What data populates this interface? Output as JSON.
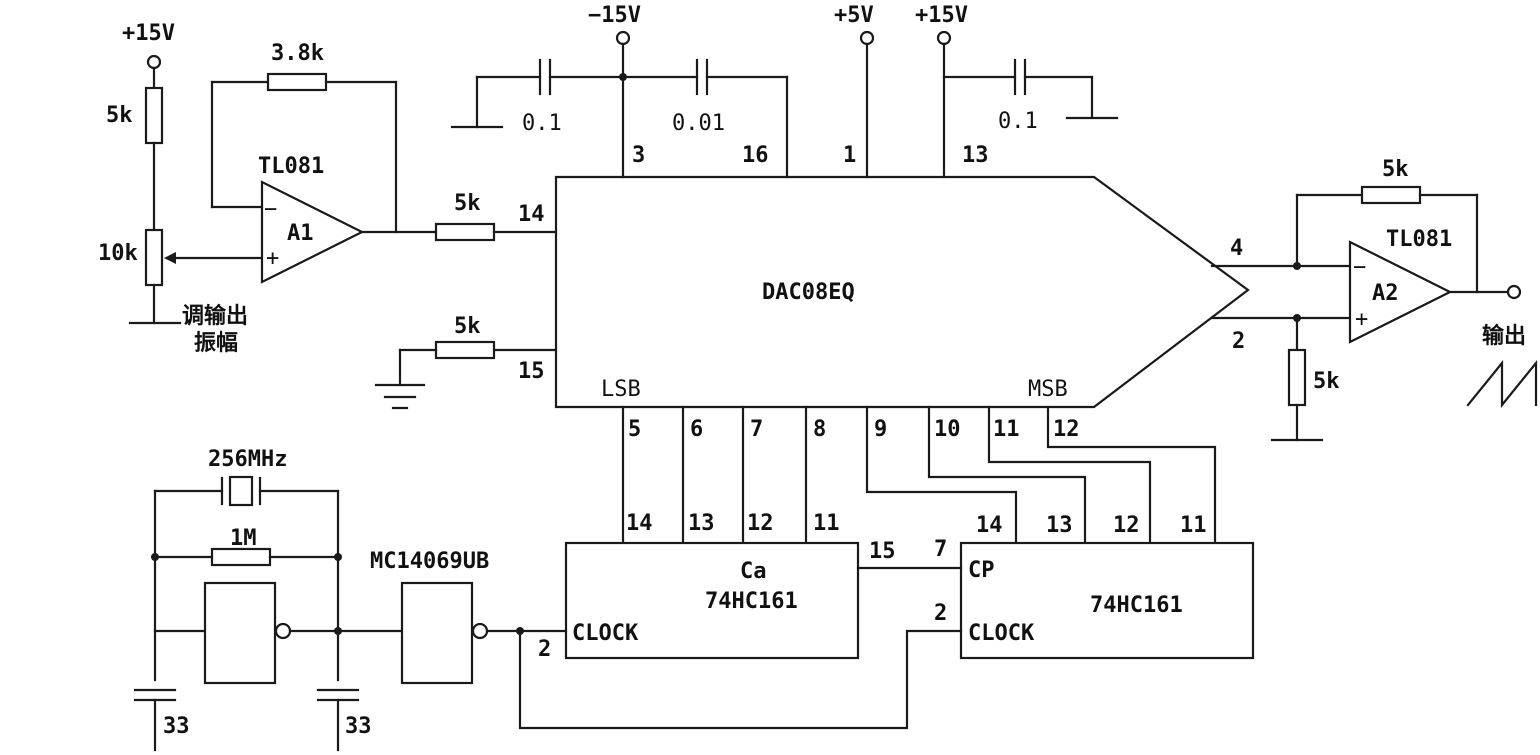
{
  "supplies": {
    "neg15": "−15V",
    "pos5": "+5V",
    "pos15_dac": "+15V",
    "pos15_left": "+15V"
  },
  "caps": {
    "c1": "0.1",
    "c2": "0.01",
    "c3": "0.1",
    "c_osc_left": "33",
    "c_osc_right": "33"
  },
  "resistors": {
    "r_top_pot": "5k",
    "r_feedback_a1": "3.8k",
    "r_in14": "5k",
    "r_in15": "5k",
    "r_fb_a2": "5k",
    "r_out": "5k",
    "r_osc": "1M"
  },
  "pot": {
    "value": "10k",
    "note_line1": "调输出",
    "note_line2": "振幅"
  },
  "opamps": {
    "a1": {
      "model": "TL081",
      "name": "A1",
      "minus": "−",
      "plus": "+"
    },
    "a2": {
      "model": "TL081",
      "name": "A2",
      "minus": "−",
      "plus": "+"
    }
  },
  "dac": {
    "name": "DAC08EQ",
    "lsb": "LSB",
    "msb": "MSB",
    "pins_top": [
      "3",
      "16",
      "1",
      "13"
    ],
    "pins_left": [
      "14",
      "15"
    ],
    "pins_right": [
      "4",
      "2"
    ],
    "pins_bottom": [
      "5",
      "6",
      "7",
      "8",
      "9",
      "10",
      "11",
      "12"
    ]
  },
  "crystal": {
    "freq": "256MHz"
  },
  "inverter": {
    "name": "MC14069UB"
  },
  "counter1": {
    "name_line1": "Ca",
    "name_line2": "74HC161",
    "clock": "CLOCK",
    "pins_top": [
      "14",
      "13",
      "12",
      "11"
    ],
    "pin_carry": "15",
    "pin_clock": "2"
  },
  "counter2": {
    "name": "74HC161",
    "cp": "CP",
    "clock": "CLOCK",
    "pins_top": [
      "14",
      "13",
      "12",
      "11"
    ],
    "pin_cp": "7",
    "pin_clock": "2"
  },
  "output": {
    "label": "输出"
  }
}
